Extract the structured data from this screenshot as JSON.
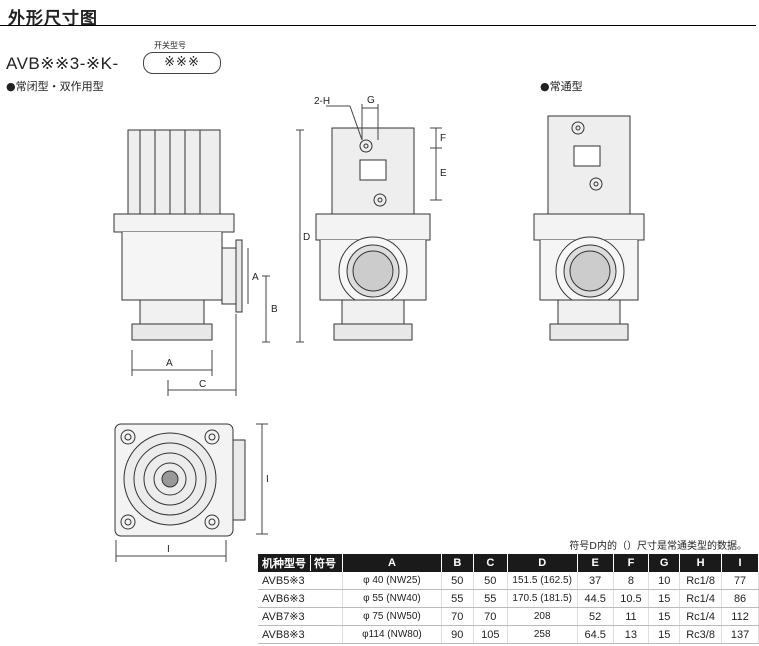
{
  "title": "外形尺寸图",
  "model_code": "AVB※※3-※K-",
  "switch_label": "开关型号",
  "switch_code": "※※※",
  "caption_left": "●常闭型・双作用型",
  "caption_right": "●常通型",
  "note": "符号D内的（）尺寸是常通类型的数据。",
  "dim_labels": {
    "a": "A",
    "b": "B",
    "c": "C",
    "d": "D",
    "e": "E",
    "f": "F",
    "g": "G",
    "h": "2-H",
    "i": "I"
  },
  "table": {
    "header_model": "机种型号",
    "header_symbol": "符号",
    "columns": [
      "A",
      "B",
      "C",
      "D",
      "E",
      "F",
      "G",
      "H",
      "I"
    ],
    "rows": [
      {
        "model": "AVB5※3",
        "A": "φ 40 (NW25)",
        "B": "50",
        "C": "50",
        "D": "151.5 (162.5)",
        "E": "37",
        "F": "8",
        "G": "10",
        "H": "Rc1/8",
        "I": "77"
      },
      {
        "model": "AVB6※3",
        "A": "φ 55 (NW40)",
        "B": "55",
        "C": "55",
        "D": "170.5 (181.5)",
        "E": "44.5",
        "F": "10.5",
        "G": "15",
        "H": "Rc1/4",
        "I": "86"
      },
      {
        "model": "AVB7※3",
        "A": "φ 75 (NW50)",
        "B": "70",
        "C": "70",
        "D": "208",
        "E": "52",
        "F": "11",
        "G": "15",
        "H": "Rc1/4",
        "I": "112"
      },
      {
        "model": "AVB8※3",
        "A": "φ114 (NW80)",
        "B": "90",
        "C": "105",
        "D": "258",
        "E": "64.5",
        "F": "13",
        "G": "15",
        "H": "Rc3/8",
        "I": "137"
      }
    ]
  }
}
